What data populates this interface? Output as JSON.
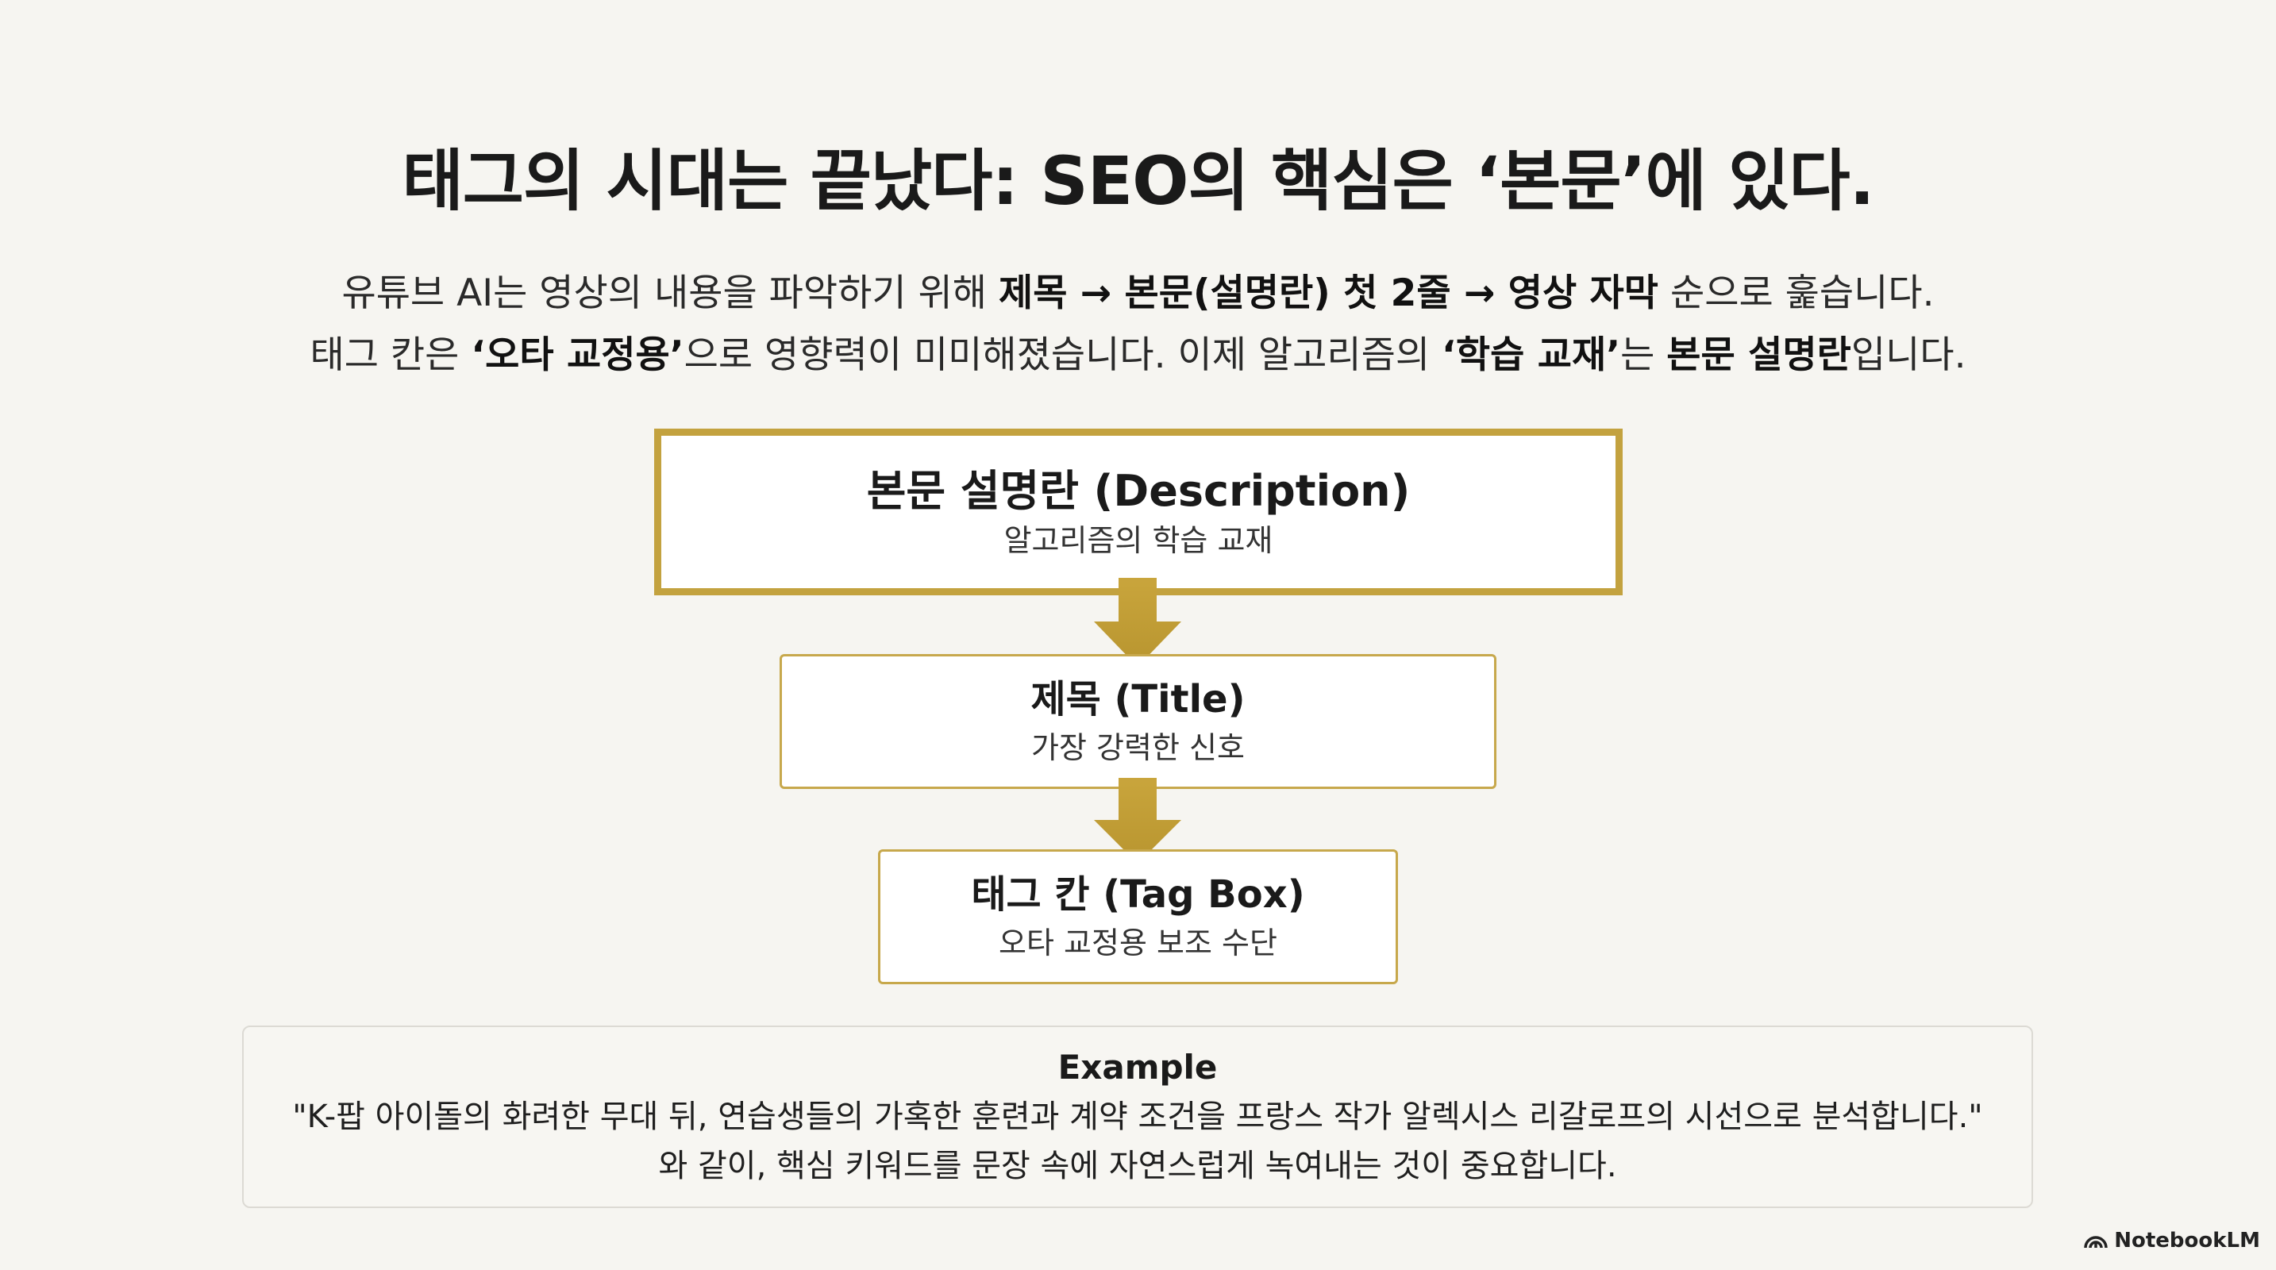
{
  "title": "태그의 시대는 끝났다: SEO의 핵심은 ‘본문’에 있다.",
  "subtitle": {
    "line1": [
      {
        "text": "유튜브 AI는 영상의 내용을 파악하기 위해 ",
        "bold": false
      },
      {
        "text": "제목 → 본문(설명란) 첫 2줄 → 영상 자막",
        "bold": true
      },
      {
        "text": " 순으로 훑습니다.",
        "bold": false
      }
    ],
    "line2": [
      {
        "text": "태그 칸은 ",
        "bold": false
      },
      {
        "text": "‘오타 교정용’",
        "bold": true
      },
      {
        "text": "으로 영향력이 미미해졌습니다. 이제 알고리즘의 ",
        "bold": false
      },
      {
        "text": "‘학습 교재’",
        "bold": true
      },
      {
        "text": "는 ",
        "bold": false
      },
      {
        "text": "본문 설명란",
        "bold": true
      },
      {
        "text": "입니다.",
        "bold": false
      }
    ]
  },
  "flow": {
    "description": {
      "title": "본문 설명란 (Description)",
      "subtitle": "알고리즘의 학습 교재"
    },
    "title_box": {
      "title": "제목 (Title)",
      "subtitle": "가장 강력한 신호"
    },
    "tag_box": {
      "title": "태그 칸 (Tag Box)",
      "subtitle": "오타 교정용 보조 수단"
    }
  },
  "example": {
    "heading": "Example",
    "line1": "\"K-팝 아이돌의 화려한 무대 뒤, 연습생들의 가혹한 훈련과 계약 조건을 프랑스 작가 알렉시스 리갈로프의 시선으로 분석합니다.\"",
    "line2": "와 같이, 핵심 키워드를 문장 속에 자연스럽게 녹여내는 것이 중요합니다."
  },
  "brand": {
    "label": "NotebookLM",
    "icon": "notebooklm-logo-icon"
  },
  "colors": {
    "accent": "#c3a23f",
    "background": "#f6f5f1"
  }
}
